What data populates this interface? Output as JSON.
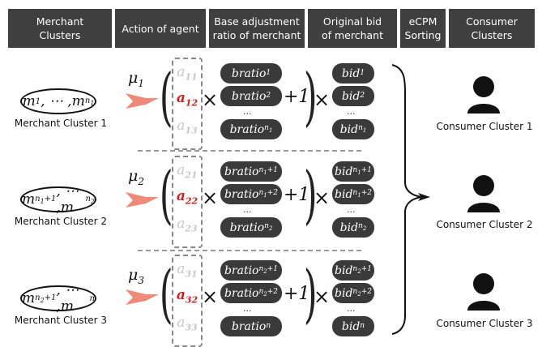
{
  "headers": [
    "Merchant\nClusters",
    "Action of agent",
    "Base adjustment\nratio of merchant",
    "Original bid\nof merchant",
    "eCPM\nSorting",
    "Consumer\nClusters"
  ],
  "clusters": [
    {
      "merchant_label": "Merchant Cluster 1",
      "consumer_label": "Consumer Cluster 1",
      "mu": "μ",
      "mu_sub": "1",
      "oval": {
        "a": "m",
        "a_sub": "1",
        "b": "m",
        "b_sub": "n",
        "b_subsub": "1"
      },
      "a_top": "a",
      "a_top_sub": "11",
      "a_mid": "a",
      "a_mid_sub": "12",
      "a_bot": "a",
      "a_bot_sub": "13",
      "ratios": [
        {
          "t": "bratio",
          "s": "1",
          "ss": ""
        },
        {
          "t": "bratio",
          "s": "2",
          "ss": ""
        },
        {
          "t": "bratio",
          "s": "n",
          "ss": "1"
        }
      ],
      "bids": [
        {
          "t": "bid",
          "s": "1",
          "ss": ""
        },
        {
          "t": "bid",
          "s": "2",
          "ss": ""
        },
        {
          "t": "bid",
          "s": "n",
          "ss": "1"
        }
      ]
    },
    {
      "merchant_label": "Merchant Cluster 2",
      "consumer_label": "Consumer Cluster 2",
      "mu": "μ",
      "mu_sub": "2",
      "oval": {
        "a": "m",
        "a_sub": "n",
        "a_subsub": "1",
        "a_tail": "+1",
        "b": "m",
        "b_sub": "n",
        "b_subsub": "2"
      },
      "a_top": "a",
      "a_top_sub": "21",
      "a_mid": "a",
      "a_mid_sub": "22",
      "a_bot": "a",
      "a_bot_sub": "23",
      "ratios": [
        {
          "t": "bratio",
          "s": "n",
          "ss": "1",
          "tail": "+1"
        },
        {
          "t": "bratio",
          "s": "n",
          "ss": "1",
          "tail": "+2"
        },
        {
          "t": "bratio",
          "s": "n",
          "ss": "2"
        }
      ],
      "bids": [
        {
          "t": "bid",
          "s": "n",
          "ss": "1",
          "tail": "+1"
        },
        {
          "t": "bid",
          "s": "n",
          "ss": "1",
          "tail": "+2"
        },
        {
          "t": "bid",
          "s": "n",
          "ss": "2"
        }
      ]
    },
    {
      "merchant_label": "Merchant Cluster 3",
      "consumer_label": "Consumer Cluster 3",
      "mu": "μ",
      "mu_sub": "3",
      "oval": {
        "a": "m",
        "a_sub": "n",
        "a_subsub": "2",
        "a_tail": "+1",
        "b": "m",
        "b_sub": "n"
      },
      "a_top": "a",
      "a_top_sub": "31",
      "a_mid": "a",
      "a_mid_sub": "32",
      "a_bot": "a",
      "a_bot_sub": "33",
      "ratios": [
        {
          "t": "bratio",
          "s": "n",
          "ss": "2",
          "tail": "+1"
        },
        {
          "t": "bratio",
          "s": "n",
          "ss": "2",
          "tail": "+2"
        },
        {
          "t": "bratio",
          "s": "n"
        }
      ],
      "bids": [
        {
          "t": "bid",
          "s": "n",
          "ss": "2",
          "tail": "+1"
        },
        {
          "t": "bid",
          "s": "n",
          "ss": "2",
          "tail": "+2"
        },
        {
          "t": "bid",
          "s": "n"
        }
      ]
    }
  ],
  "symbols": {
    "times": "×",
    "plus_one": "+1",
    "ellipsis": "...",
    "oval_sep": ", ⋯ ,"
  },
  "colors": {
    "header_bg": "#3f3f3f",
    "arrow": "#f08a78",
    "highlight": "#d21e1e",
    "pill_bg": "#3a3a3a",
    "faded": "#c8c8c8"
  }
}
